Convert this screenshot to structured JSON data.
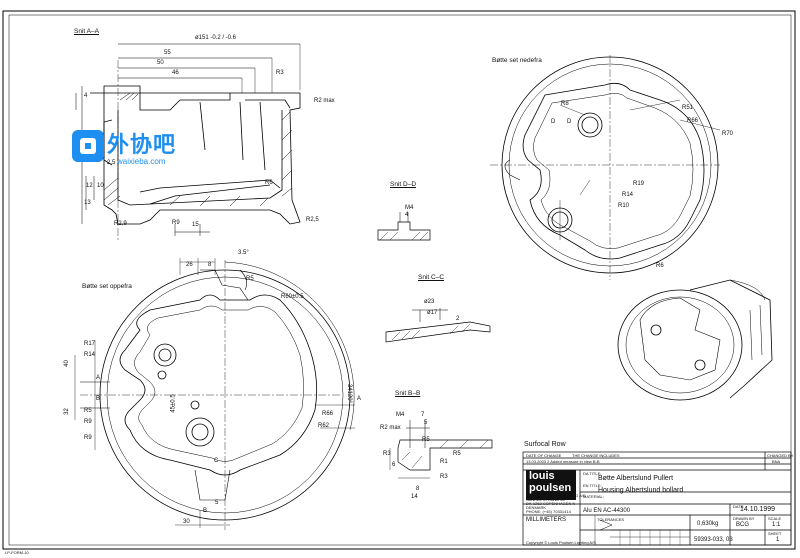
{
  "views": {
    "section_aa": "Snit A–A",
    "top_view": "Bøtte set nedefra",
    "bottom_view": "Bøtte set oppefra",
    "section_dd": "Snit D–D",
    "section_cc": "Snit C–C",
    "section_bb": "Snit B–B",
    "iso_view": "Surfocal Row"
  },
  "dimensions_aa": {
    "d151": "ø151 -0.2 / -0.6",
    "d55": "55",
    "d50": "50",
    "d46": "46",
    "r3": "R3",
    "r2max": "R2 max",
    "d12": "12",
    "d10": "10",
    "d13": "13",
    "d4": "4",
    "d29": "2.5",
    "r6": "R6",
    "r2_5": "R2,5",
    "r2_9": "R2,9",
    "r9": "R9",
    "d15": "15"
  },
  "dimensions_top": {
    "r51": "R51",
    "r66": "R66",
    "r70": "R70",
    "r19": "R19",
    "r14": "R14",
    "r10": "R10",
    "r6": "R6",
    "r8": "R8",
    "d": "D",
    "d2": "D"
  },
  "dimensions_bottom": {
    "d26": "26",
    "d8": "8",
    "d30": "30",
    "r5": "R5",
    "r60": "R60±0.5",
    "r17": "R17",
    "r14": "R14",
    "d40": "40",
    "d32": "32",
    "r5b": "R5",
    "r9": "R9",
    "r9b": "R9",
    "d45": "45±0.5",
    "ang": "34120°",
    "r66": "R66",
    "r62": "R62",
    "a": "A",
    "b": "B",
    "a2": "A",
    "b2": "B",
    "d30b": "30",
    "d5": "5",
    "c": "C",
    "a_top": "3.5°"
  },
  "dimensions_dd": {
    "m4": "M4",
    "d4": "4"
  },
  "dimensions_cc": {
    "d23": "ø23",
    "d17": "ø17",
    "d2": "2"
  },
  "dimensions_bb": {
    "m4": "M4",
    "d7": "7",
    "d5": "5",
    "r2max": "R2 max",
    "r5": "R5",
    "r3": "R3",
    "r1": "R1",
    "d6": "6",
    "r3b": "R3",
    "r5b": "R5",
    "d8": "8",
    "d14": "14"
  },
  "title_block": {
    "rev_header_date": "DATE OF CHANGE",
    "rev_header_change": "THE CHANGE INCLUDES",
    "rev_row": "13.03.2003  2 Added measure in view B-B",
    "changed_by": "CHANGED BY",
    "changed_by_value": "BNA",
    "brand_line1": "louis",
    "brand_line2": "poulsen",
    "company": "LOUIS POULSEN LIGHTING A/S",
    "address1": "SANKEL STRAND 30",
    "address2": "DK-1262 COPENHAGEN K",
    "address3": "DENMARK",
    "phone": "PHONE: (+45) 70331414",
    "title_label": "DA TITLE:",
    "title_da": "Bøtte Albertslund Pullert",
    "title_en_label": "EN TITLE:",
    "title_en": "Housing Albertslund bollard",
    "material_label": "MATERIAL:",
    "material": "Alu EN AC-44300",
    "date_label": "DATE:",
    "date": "14.10.1999",
    "weight": "0,630kg",
    "drawn_by_label": "DRAWN BY",
    "drawn_by": "BCG",
    "scale_label": "SCALE",
    "scale": "1:1",
    "units": "MILLIMETERS",
    "tolerances": "TOLERANCES",
    "part_no": "59393-033, 03",
    "sheet_label": "SHEET",
    "sheet": "1",
    "copyright": "Copyright © Louis Poulsen Lighting A/S"
  },
  "footer": {
    "form": "LP-FORM-10"
  },
  "watermark": {
    "brand": "外协吧",
    "url": "waixieba.com"
  }
}
